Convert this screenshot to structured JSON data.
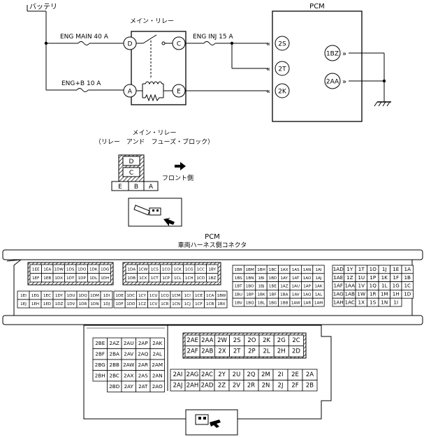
{
  "circuit": {
    "battery_label": "バッテリ",
    "relay_title": "メイン・リレー",
    "pcm_title": "PCM",
    "fuse_main": "ENG MAIN 40 A",
    "fuse_b": "ENG+B 10 A",
    "fuse_inj": "ENG INJ 15 A",
    "relay_terminals": [
      "D",
      "C",
      "A",
      "E"
    ],
    "pcm_left_pins": [
      "2S",
      "2T",
      "2K"
    ],
    "pcm_right_pins": [
      "1BZ",
      "2AA"
    ]
  },
  "relay_block": {
    "title": "メイン・リレー",
    "subtitle": "（リレー　アンド　フューズ・ブロック）",
    "top_slots": [
      "D",
      "C"
    ],
    "bottom_slots": [
      "E",
      "B",
      "A"
    ],
    "front_label": "フロント側"
  },
  "connector": {
    "title": "PCM",
    "subtitle": "車両ハーネス側コネクタ",
    "g1": {
      "top": [
        [
          "1EE",
          "1EA",
          "1DW",
          "1DS",
          "1DO",
          "1DK",
          "1DG"
        ],
        [
          "1EF",
          "1EB",
          "1DX",
          "1DT",
          "1DP",
          "1DL",
          "1DH"
        ]
      ],
      "bottom": [
        [
          "1EI",
          "1EG",
          "1EC",
          "1DY",
          "1DU",
          "1DQ",
          "1DM",
          "1DI"
        ],
        [
          "1EJ",
          "1EH",
          "1ED",
          "1DZ",
          "1DV",
          "1DR",
          "1DN",
          "1DJ"
        ]
      ]
    },
    "g2": {
      "top": [
        [
          "1DA",
          "1CW",
          "1CS",
          "1CO",
          "1CK",
          "1CG",
          "1CC",
          "1BY"
        ],
        [
          "1DB",
          "1CX",
          "1CT",
          "1CP",
          "1CL",
          "1CH",
          "1CD",
          "1BZ"
        ]
      ],
      "bottom": [
        [
          "1DE",
          "1DC",
          "1CY",
          "1CU",
          "1CQ",
          "1CM",
          "1CI",
          "1CE",
          "1CA",
          "1BW"
        ],
        [
          "1DF",
          "1DD",
          "1CZ",
          "1CV",
          "1CR",
          "1CN",
          "1CJ",
          "1CF",
          "1CB",
          "1BX"
        ]
      ]
    },
    "g3": [
      [
        "1BR",
        "1BM",
        "1BH",
        "1BC",
        "1AX",
        "1AS",
        "1AN",
        "1AI"
      ],
      [
        "1BS",
        "1BN",
        "1BI",
        "1BD",
        "1AY",
        "1AT",
        "1AO",
        "1AJ"
      ],
      [
        "1BT",
        "1BO",
        "1BJ",
        "1BE",
        "1AZ",
        "1AU",
        "1AP",
        "1AK"
      ],
      [
        "1BU",
        "1BP",
        "1BK",
        "1BF",
        "1BA",
        "1AV",
        "1AQ",
        "1AL"
      ],
      [
        "1BV",
        "1BQ",
        "1BL",
        "1BG",
        "1BB",
        "1AW",
        "1AR",
        "1AM"
      ]
    ],
    "g4": [
      [
        "1AD",
        "1Y",
        "1T",
        "1O",
        "1J",
        "1E",
        "1A"
      ],
      [
        "1AE",
        "1Z",
        "1U",
        "1P",
        "1K",
        "1F",
        "1B"
      ],
      [
        "1AF",
        "1AA",
        "1V",
        "1Q",
        "1L",
        "1G",
        "1C"
      ],
      [
        "1AG",
        "1AB",
        "1W",
        "1R",
        "1M",
        "1H",
        "1D"
      ],
      [
        "1AH",
        "1AC",
        "1X",
        "1S",
        "1N",
        "1I",
        ""
      ]
    ],
    "g5": [
      [
        "2BE",
        "2AZ",
        "2AU",
        "2AP",
        "2AK"
      ],
      [
        "2BF",
        "2BA",
        "2AV",
        "2AQ",
        "2AL"
      ],
      [
        "2BG",
        "2BB",
        "2AW",
        "2AR",
        "2AM"
      ],
      [
        "2BH",
        "2BC",
        "2AX",
        "2AS",
        "2AN"
      ],
      [
        "",
        "2BD",
        "2AY",
        "2AT",
        "2AO"
      ]
    ],
    "g6": [
      [
        "2AE",
        "2AA",
        "2W",
        "2S",
        "2O",
        "2K",
        "2G",
        "2C"
      ],
      [
        "2AF",
        "2AB",
        "2X",
        "2T",
        "2P",
        "2L",
        "2H",
        "2D"
      ]
    ],
    "g7": [
      [
        "2AI",
        "2AG",
        "2AC",
        "2Y",
        "2U",
        "2Q",
        "2M",
        "2I",
        "2E",
        "2A"
      ],
      [
        "2AJ",
        "2AH",
        "2AD",
        "2Z",
        "2V",
        "2R",
        "2N",
        "2J",
        "2F",
        "2B"
      ]
    ]
  }
}
